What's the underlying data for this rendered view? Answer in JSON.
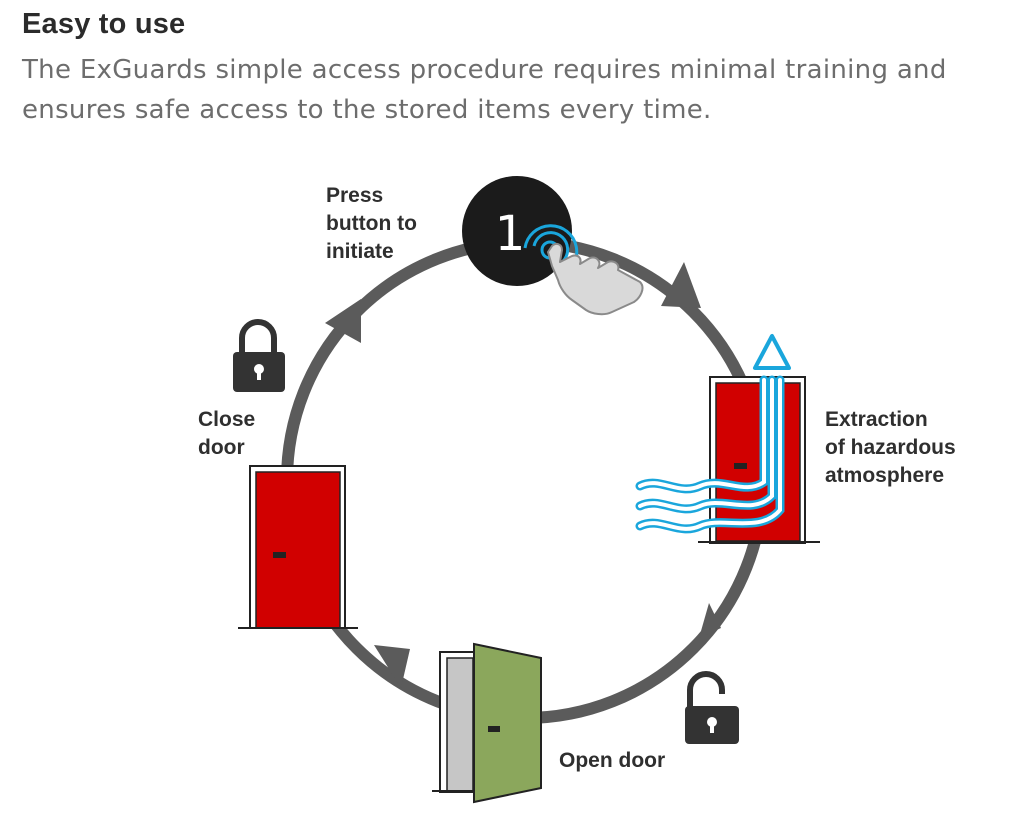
{
  "header": {
    "title": "Easy to use",
    "subtitle_line1": "The ExGuards simple access procedure requires minimal training and",
    "subtitle_line2": "ensures safe access to the stored items every time."
  },
  "cycle": {
    "button_number": "1",
    "step_press": [
      "Press",
      "button to",
      "initiate"
    ],
    "step_extraction": [
      "Extraction",
      "of hazardous",
      "atmosphere"
    ],
    "step_open": [
      "Open door"
    ],
    "step_close": [
      "Close",
      "door"
    ]
  },
  "colors": {
    "ring": "#5b5b5b",
    "door_red": "#d10000",
    "door_green": "#8ba75c",
    "door_grey": "#c6c6c6",
    "airflow_blue": "#1aa6dc",
    "button_black": "#1b1b1b",
    "lock_dark": "#333333",
    "hand_fill": "#d9d9d9"
  },
  "icons": [
    "button-icon",
    "pointing-hand-icon",
    "padlock-closed-icon",
    "padlock-open-icon",
    "door-icon",
    "airflow-icon"
  ]
}
